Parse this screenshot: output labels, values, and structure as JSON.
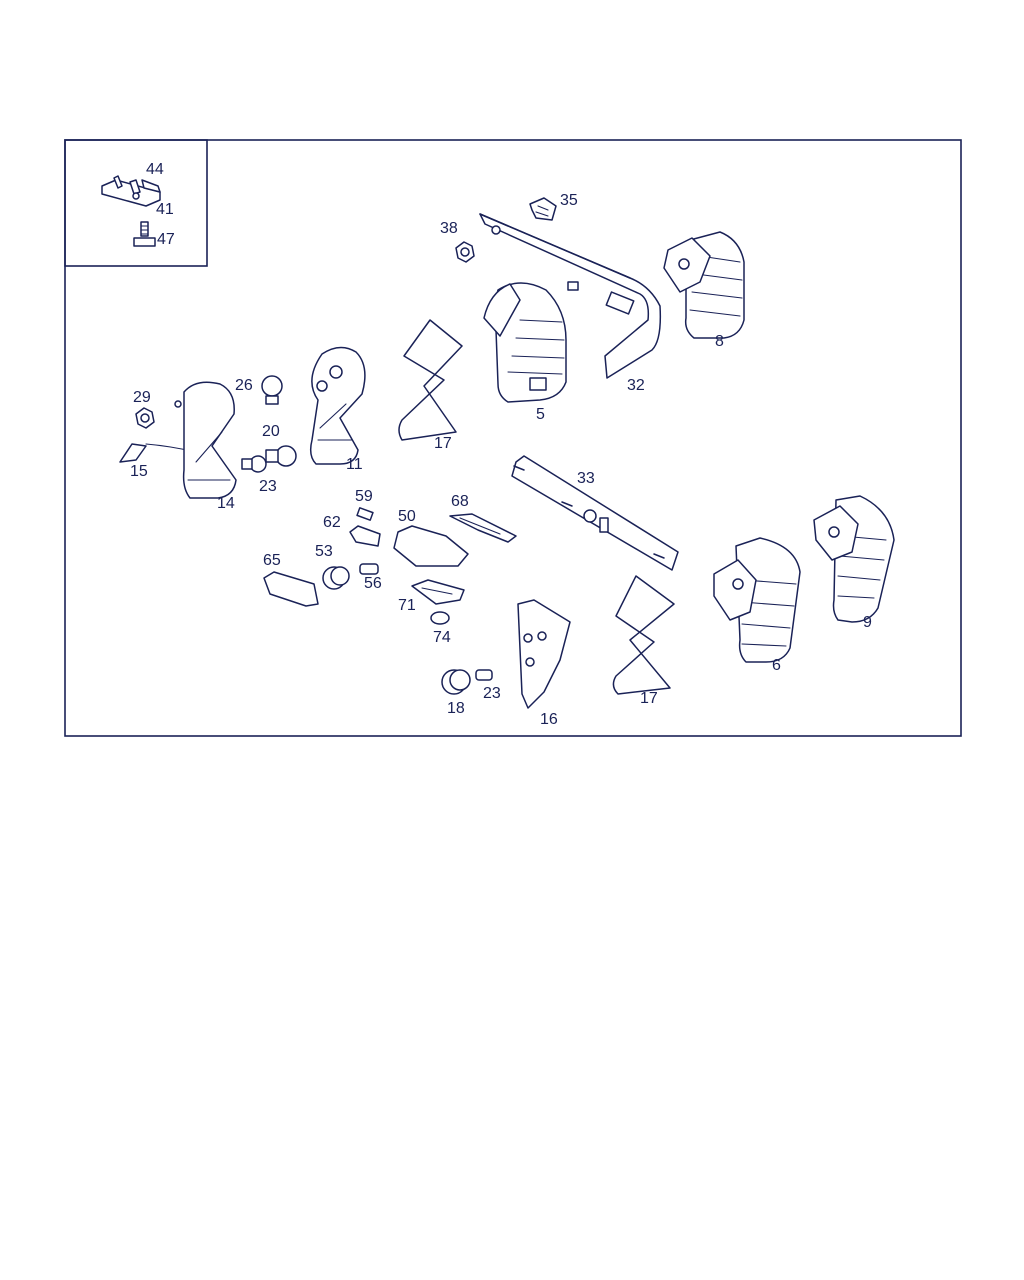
{
  "colors": {
    "ink": "#1a2257",
    "background": "#ffffff"
  },
  "inset": {
    "labels": [
      {
        "id": "p44",
        "text": "44"
      },
      {
        "id": "p41",
        "text": "41"
      },
      {
        "id": "p47",
        "text": "47"
      }
    ]
  },
  "parts": [
    {
      "id": "p35",
      "text": "35"
    },
    {
      "id": "p38",
      "text": "38"
    },
    {
      "id": "p8",
      "text": "8"
    },
    {
      "id": "p32",
      "text": "32"
    },
    {
      "id": "p5",
      "text": "5"
    },
    {
      "id": "p17a",
      "text": "17"
    },
    {
      "id": "p11",
      "text": "11"
    },
    {
      "id": "p26",
      "text": "26"
    },
    {
      "id": "p29",
      "text": "29"
    },
    {
      "id": "p20",
      "text": "20"
    },
    {
      "id": "p15",
      "text": "15"
    },
    {
      "id": "p23a",
      "text": "23"
    },
    {
      "id": "p14",
      "text": "14"
    },
    {
      "id": "p33",
      "text": "33"
    },
    {
      "id": "p59",
      "text": "59"
    },
    {
      "id": "p68",
      "text": "68"
    },
    {
      "id": "p62",
      "text": "62"
    },
    {
      "id": "p50",
      "text": "50"
    },
    {
      "id": "p65",
      "text": "65"
    },
    {
      "id": "p53",
      "text": "53"
    },
    {
      "id": "p56",
      "text": "56"
    },
    {
      "id": "p71",
      "text": "71"
    },
    {
      "id": "p74",
      "text": "74"
    },
    {
      "id": "p9",
      "text": "9"
    },
    {
      "id": "p6",
      "text": "6"
    },
    {
      "id": "p17b",
      "text": "17"
    },
    {
      "id": "p18",
      "text": "18"
    },
    {
      "id": "p23b",
      "text": "23"
    },
    {
      "id": "p16",
      "text": "16"
    }
  ]
}
